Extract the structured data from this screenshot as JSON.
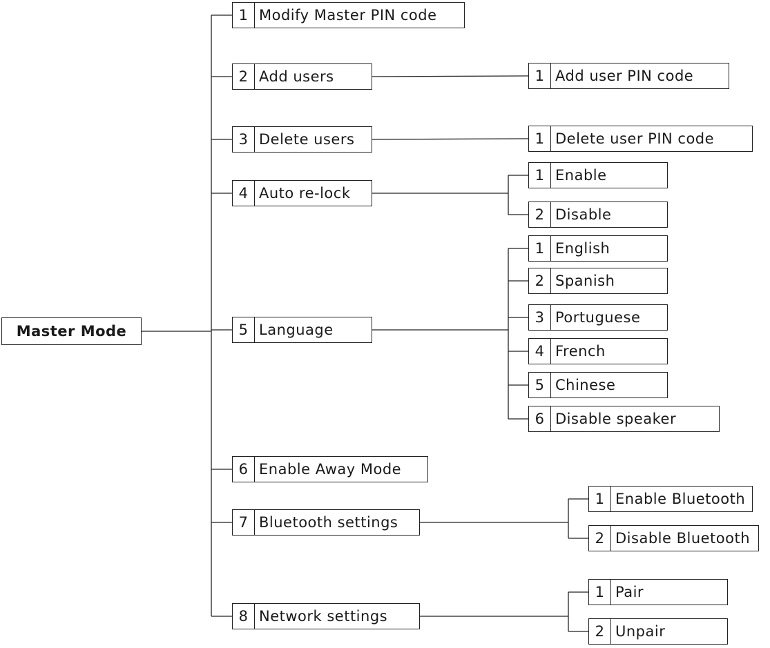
{
  "root": {
    "label": "Master Mode"
  },
  "menu": [
    {
      "num": "1",
      "label": "Modify Master PIN code",
      "children": []
    },
    {
      "num": "2",
      "label": "Add users",
      "children": [
        {
          "num": "1",
          "label": "Add user PIN code"
        }
      ]
    },
    {
      "num": "3",
      "label": "Delete users",
      "children": [
        {
          "num": "1",
          "label": "Delete user PIN code"
        }
      ]
    },
    {
      "num": "4",
      "label": "Auto re-lock",
      "children": [
        {
          "num": "1",
          "label": "Enable"
        },
        {
          "num": "2",
          "label": "Disable"
        }
      ]
    },
    {
      "num": "5",
      "label": "Language",
      "children": [
        {
          "num": "1",
          "label": "English"
        },
        {
          "num": "2",
          "label": "Spanish"
        },
        {
          "num": "3",
          "label": "Portuguese"
        },
        {
          "num": "4",
          "label": "French"
        },
        {
          "num": "5",
          "label": "Chinese"
        },
        {
          "num": "6",
          "label": "Disable speaker"
        }
      ]
    },
    {
      "num": "6",
      "label": "Enable Away Mode",
      "children": []
    },
    {
      "num": "7",
      "label": "Bluetooth settings",
      "children": [
        {
          "num": "1",
          "label": "Enable Bluetooth"
        },
        {
          "num": "2",
          "label": "Disable Bluetooth"
        }
      ]
    },
    {
      "num": "8",
      "label": "Network settings",
      "children": [
        {
          "num": "1",
          "label": "Pair"
        },
        {
          "num": "2",
          "label": "Unpair"
        }
      ]
    }
  ]
}
